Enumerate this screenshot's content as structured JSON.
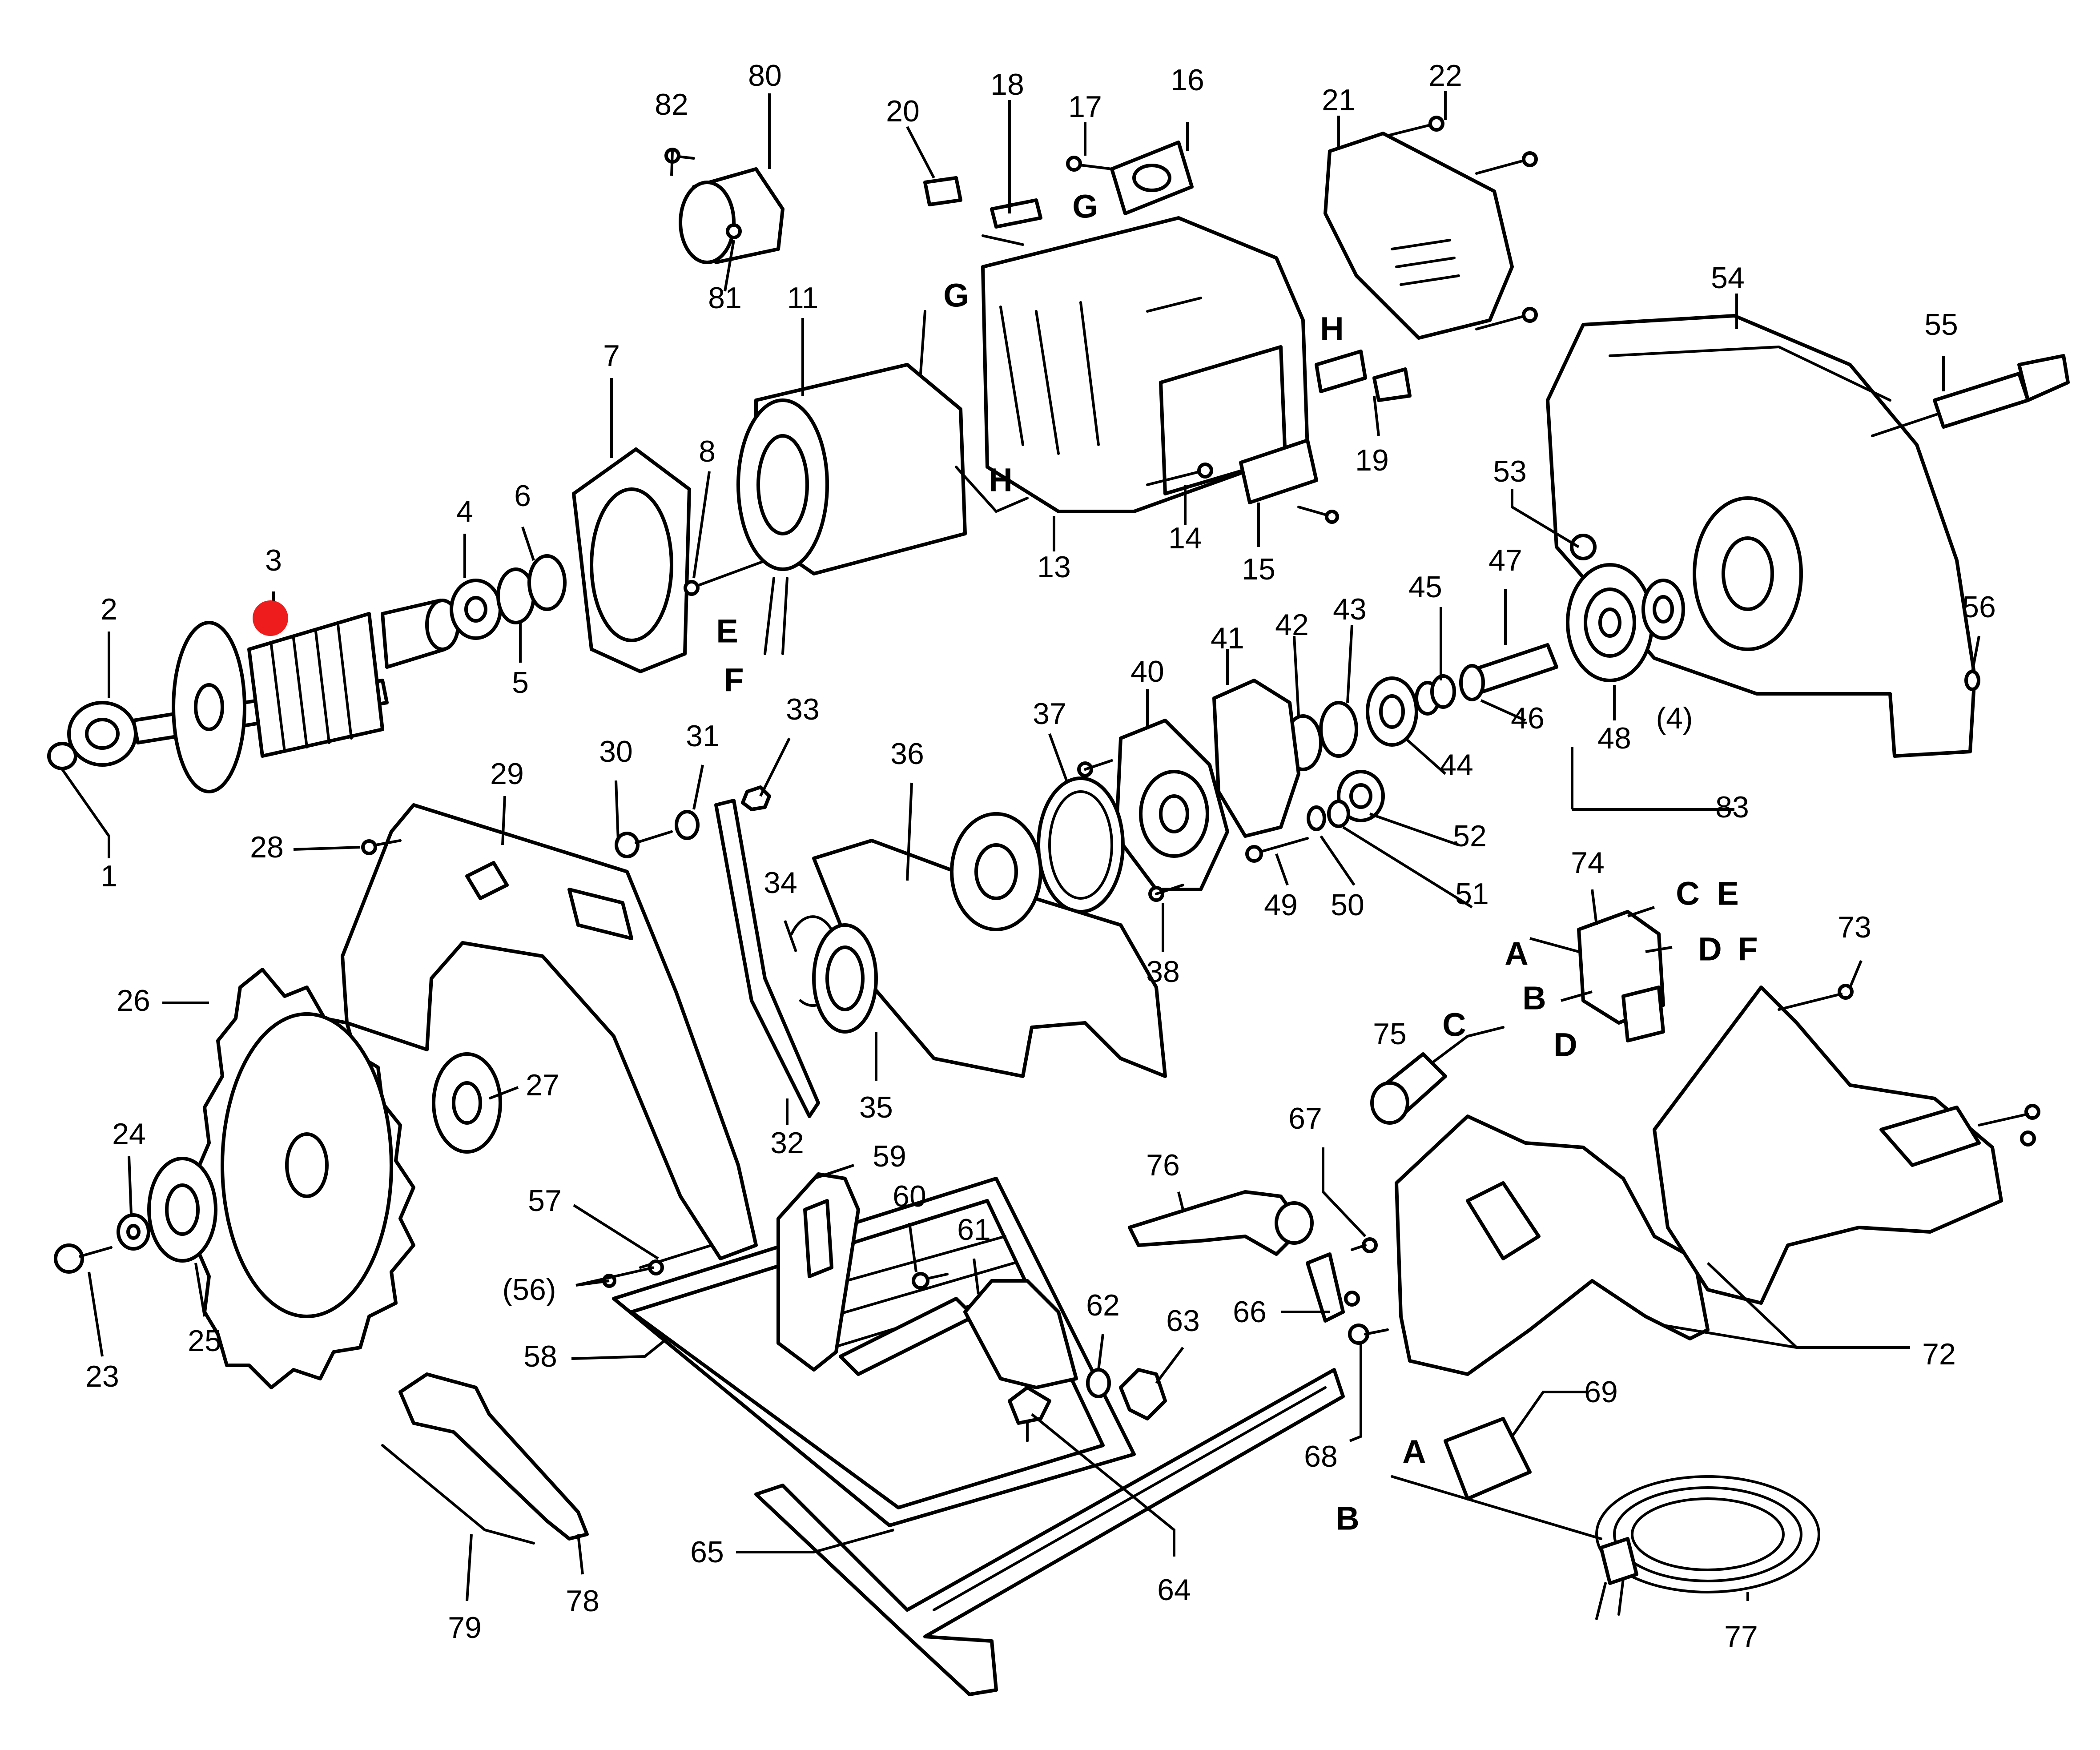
{
  "highlight_color": "#ee1c1c",
  "highlighted_callout": "3",
  "callouts": {
    "c1": "1",
    "c2": "2",
    "c3": "3",
    "c4": "4",
    "c4b": "(4)",
    "c5": "5",
    "c6": "6",
    "c7": "7",
    "c8": "8",
    "c11": "11",
    "c13": "13",
    "c14": "14",
    "c15": "15",
    "c16": "16",
    "c17": "17",
    "c18": "18",
    "c19": "19",
    "c20": "20",
    "c21": "21",
    "c22": "22",
    "c23": "23",
    "c24": "24",
    "c25": "25",
    "c26": "26",
    "c27": "27",
    "c28": "28",
    "c29": "29",
    "c30": "30",
    "c31": "31",
    "c32": "32",
    "c33": "33",
    "c34": "34",
    "c35": "35",
    "c36": "36",
    "c37": "37",
    "c38": "38",
    "c40": "40",
    "c41": "41",
    "c42": "42",
    "c43": "43",
    "c44": "44",
    "c45": "45",
    "c46": "46",
    "c47": "47",
    "c48": "48",
    "c49": "49",
    "c50": "50",
    "c51": "51",
    "c52": "52",
    "c53": "53",
    "c54": "54",
    "c55": "55",
    "c56": "56",
    "c56b": "(56)",
    "c57": "57",
    "c58": "58",
    "c59": "59",
    "c60": "60",
    "c61": "61",
    "c62": "62",
    "c63": "63",
    "c64": "64",
    "c65": "65",
    "c66": "66",
    "c67": "67",
    "c68": "68",
    "c69": "69",
    "c72": "72",
    "c73": "73",
    "c74": "74",
    "c75": "75",
    "c76": "76",
    "c77": "77",
    "c78": "78",
    "c79": "79",
    "c80": "80",
    "c81": "81",
    "c82": "82",
    "c83": "83"
  },
  "wire_letters": {
    "g1": "G",
    "g2": "G",
    "h1": "H",
    "h2": "H",
    "e1": "E",
    "f1": "F",
    "c74": "C",
    "e74": "E",
    "a74": "A",
    "d74": "D",
    "f74": "F",
    "b74": "B",
    "c75": "C",
    "d75": "D",
    "a68": "A",
    "b68": "B"
  }
}
